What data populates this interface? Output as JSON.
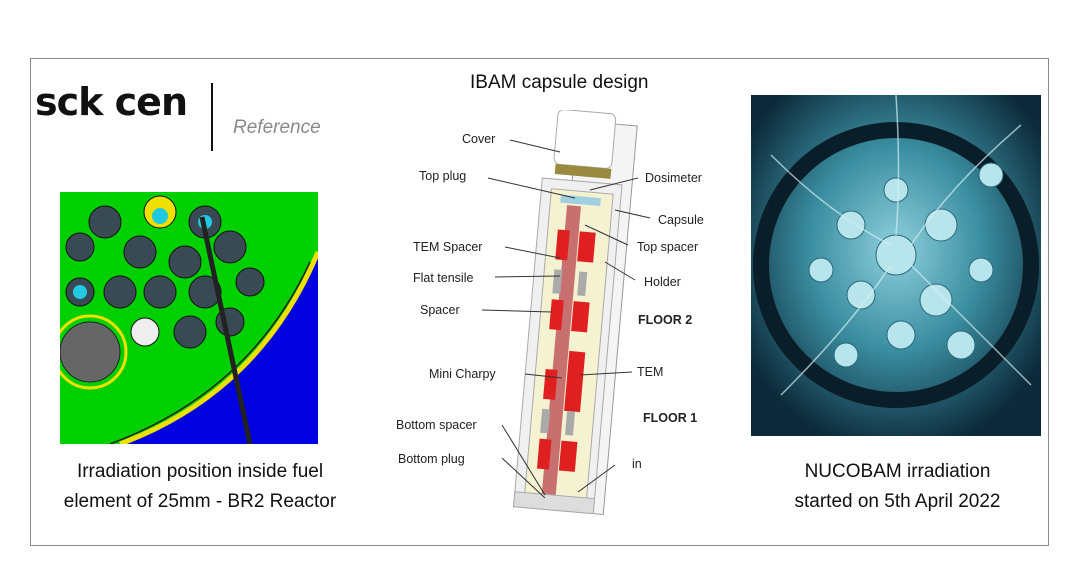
{
  "logo": {
    "text": "sck cen",
    "tag": "Reference"
  },
  "center": {
    "title": "IBAM capsule design",
    "labels": {
      "cover": "Cover",
      "top_plug": "Top plug",
      "dosimeter": "Dosimeter",
      "capsule": "Capsule",
      "top_spacer": "Top spacer",
      "tem_spacer": "TEM Spacer",
      "holder": "Holder",
      "flat_tensile": "Flat tensile",
      "spacer": "Spacer",
      "floor2": "FLOOR 2",
      "mini_charpy": "Mini Charpy",
      "tem": "TEM",
      "floor1": "FLOOR 1",
      "bottom_spacer": "Bottom spacer",
      "bottom_plug": "Bottom plug",
      "in": "in"
    }
  },
  "left": {
    "caption_line1": "Irradiation position inside fuel",
    "caption_line2": "element of 25mm - BR2 Reactor"
  },
  "right": {
    "caption_line1": "NUCOBAM irradiation",
    "caption_line2": "started on 5th April 2022"
  },
  "colors": {
    "reactor_bg": "#00d000",
    "reactor_blue": "#0000e0",
    "pool": "#1a5a70",
    "specimen_red": "#e02020"
  }
}
